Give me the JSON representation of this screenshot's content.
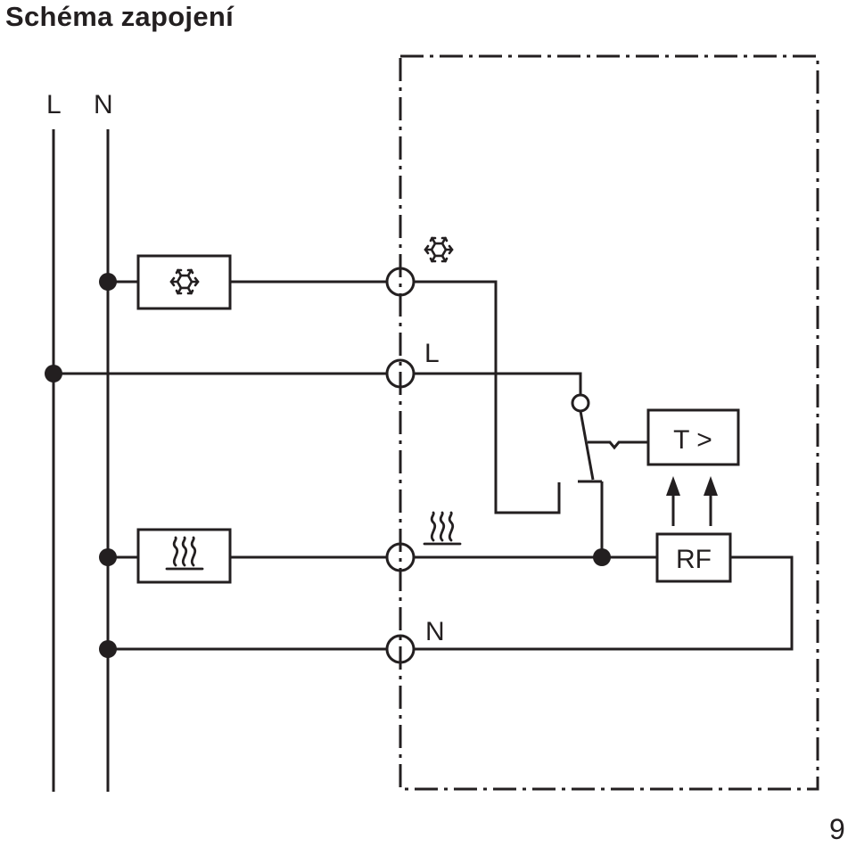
{
  "title": "Schéma zapojení",
  "page_number": "9",
  "labels": {
    "rail_l": "L",
    "rail_n": "N",
    "terminal_l": "L",
    "terminal_n": "N",
    "thermostat_block": "T >",
    "rf_block": "RF"
  },
  "icons": {
    "cooling": "snowflake-icon",
    "heating": "heat-waves-icon"
  }
}
